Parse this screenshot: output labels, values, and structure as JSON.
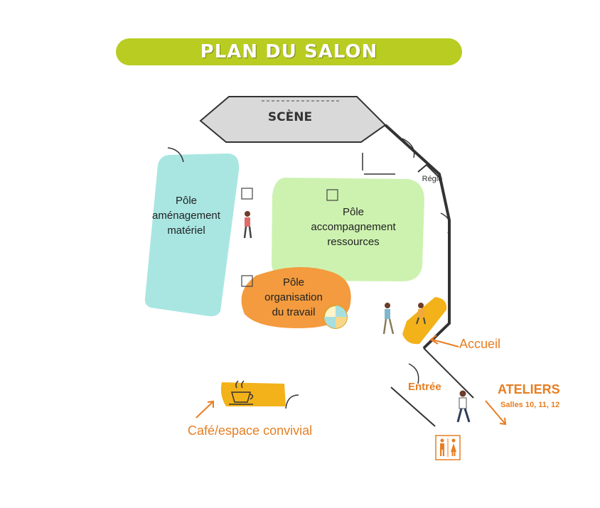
{
  "title": "PLAN DU SALON",
  "scene": "SCÈNE",
  "regie": "Régie",
  "zones": {
    "amenagement": [
      "Pôle",
      "aménagement",
      "matériel"
    ],
    "accompagnement": [
      "Pôle",
      "accompagnement",
      "ressources"
    ],
    "organisation": [
      "Pôle",
      "organisation",
      "du travail"
    ]
  },
  "labels": {
    "accueil": "Accueil",
    "entree": "Entrée",
    "cafe": "Café/espace convivial",
    "ateliers": "ATELIERS",
    "salles": "Salles 10, 11, 12"
  },
  "colors": {
    "title_bg": "#b9cc22",
    "zone_blue": "#a9e6e2",
    "zone_green": "#cdf2b0",
    "zone_orange": "#f39b3e",
    "accent_orange": "#e77e22",
    "yellow": "#f3b21a",
    "wall": "#333333"
  },
  "icons": [
    "coffee-cup-icon",
    "wheel-icon",
    "toilets-icon",
    "person-icon",
    "arrow-icon"
  ]
}
